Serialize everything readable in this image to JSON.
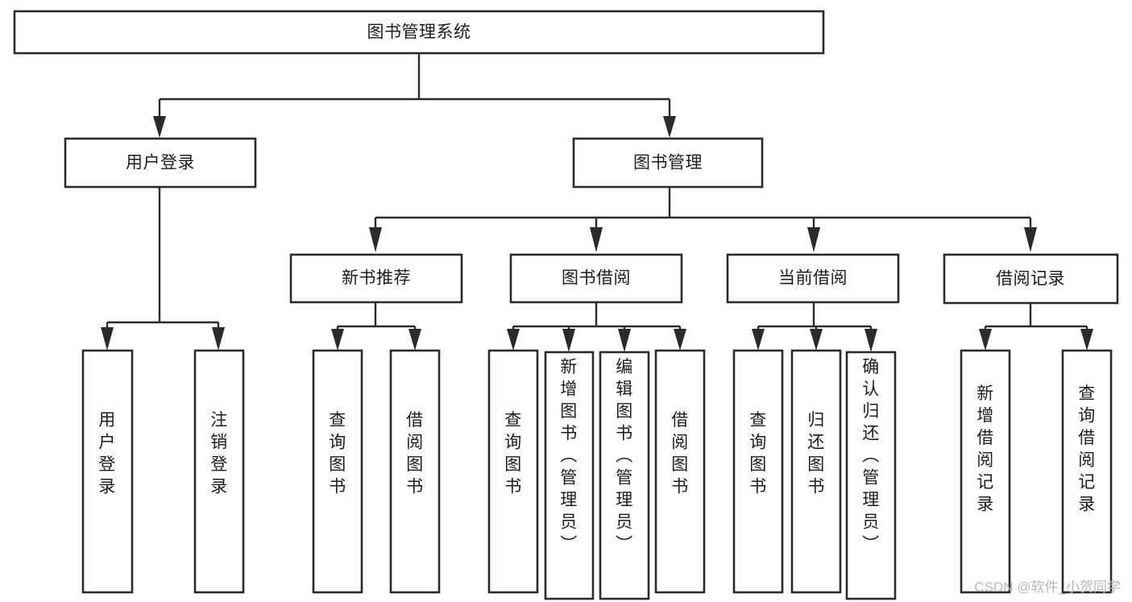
{
  "diagram": {
    "type": "tree-hierarchy-flowchart",
    "title": "图书管理系统",
    "orientation": "top-down",
    "background_color": "#ffffff",
    "box_stroke_color": "#2b2b2b",
    "box_fill_color": "#ffffff",
    "text_color": "#1d1d1d",
    "levels": [
      {
        "level": 1,
        "nodes": [
          {
            "id": "root",
            "label": "图书管理系统",
            "orientation": "horizontal"
          }
        ]
      },
      {
        "level": 2,
        "nodes": [
          {
            "id": "login",
            "label": "用户登录",
            "orientation": "horizontal",
            "parent": "root"
          },
          {
            "id": "bookmgmt",
            "label": "图书管理",
            "orientation": "horizontal",
            "parent": "root"
          }
        ]
      },
      {
        "level": 3,
        "nodes": [
          {
            "id": "newbook",
            "label": "新书推荐",
            "orientation": "horizontal",
            "parent": "bookmgmt"
          },
          {
            "id": "borrow",
            "label": "图书借阅",
            "orientation": "horizontal",
            "parent": "bookmgmt"
          },
          {
            "id": "current",
            "label": "当前借阅",
            "orientation": "horizontal",
            "parent": "bookmgmt"
          },
          {
            "id": "records",
            "label": "借阅记录",
            "orientation": "horizontal",
            "parent": "bookmgmt"
          }
        ]
      },
      {
        "level": 4,
        "nodes": [
          {
            "id": "leaf-1",
            "label": "用户登录",
            "orientation": "vertical",
            "parent": "login"
          },
          {
            "id": "leaf-2",
            "label": "注销登录",
            "orientation": "vertical",
            "parent": "login"
          },
          {
            "id": "leaf-3",
            "label": "查询图书",
            "orientation": "vertical",
            "parent": "newbook"
          },
          {
            "id": "leaf-4",
            "label": "借阅图书",
            "orientation": "vertical",
            "parent": "newbook"
          },
          {
            "id": "leaf-5",
            "label": "查询图书",
            "orientation": "vertical",
            "parent": "borrow"
          },
          {
            "id": "leaf-6",
            "label": "新增图书（管理员）",
            "orientation": "vertical",
            "parent": "borrow"
          },
          {
            "id": "leaf-7",
            "label": "编辑图书（管理员）",
            "orientation": "vertical",
            "parent": "borrow"
          },
          {
            "id": "leaf-8",
            "label": "借阅图书",
            "orientation": "vertical",
            "parent": "borrow"
          },
          {
            "id": "leaf-9",
            "label": "查询图书",
            "orientation": "vertical",
            "parent": "current"
          },
          {
            "id": "leaf-10",
            "label": "归还图书",
            "orientation": "vertical",
            "parent": "current"
          },
          {
            "id": "leaf-11",
            "label": "确认归还（管理员）",
            "orientation": "vertical",
            "parent": "current"
          },
          {
            "id": "leaf-12",
            "label": "新增借阅记录",
            "orientation": "vertical",
            "parent": "records"
          },
          {
            "id": "leaf-13",
            "label": "查询借阅记录",
            "orientation": "vertical",
            "parent": "records"
          }
        ]
      }
    ]
  },
  "watermark": {
    "text": "CSDN @软件_小贺同学",
    "color": "#b9b9b9"
  }
}
